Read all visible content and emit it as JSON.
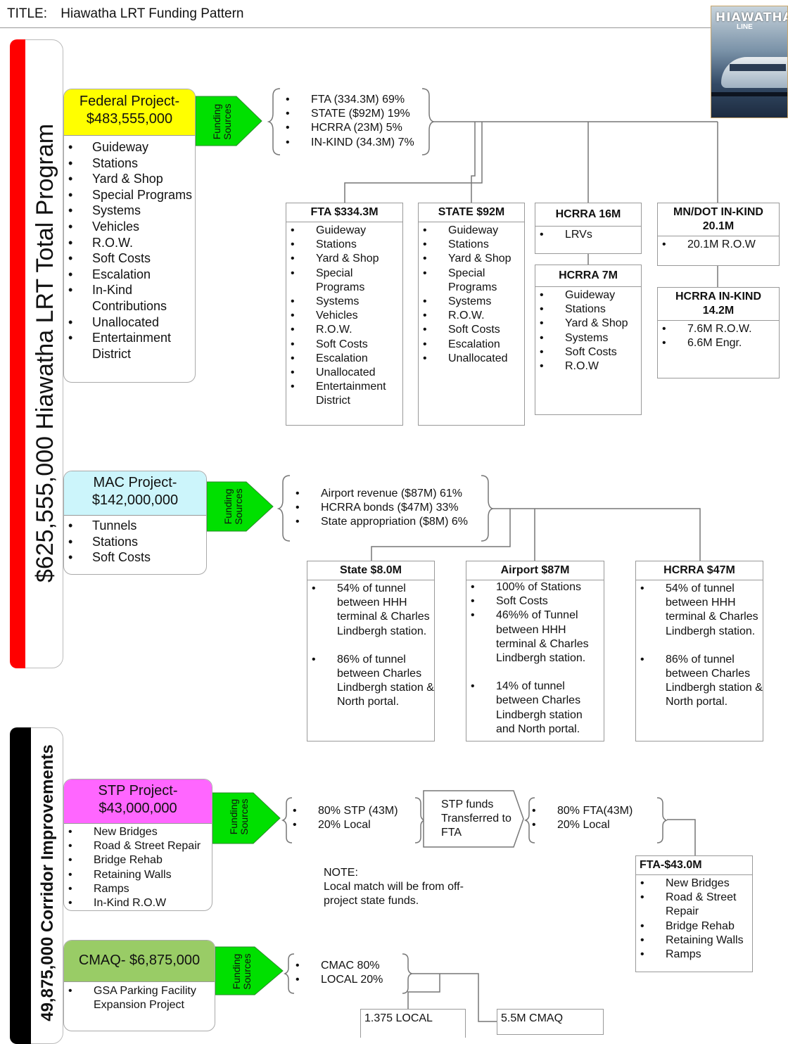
{
  "header": {
    "title_label": "TITLE:",
    "title": "Hiawatha LRT Funding Pattern"
  },
  "logo": {
    "text": "HIAWATHA",
    "sub": "LINE"
  },
  "program": {
    "total_label": "$625,555,000 Hiawatha LRT Total Program",
    "bar_color": "#ff0000"
  },
  "corridor": {
    "total_label": "49,875,000 Corridor Improvements",
    "bar_color": "#000000"
  },
  "funding_sources_label": "Funding Sources",
  "colors": {
    "federal": "#ffff00",
    "mac": "#ccf5fb",
    "stp": "#ff66ff",
    "cmaq": "#99cc66",
    "arrow": "#00e000"
  },
  "federal": {
    "title": "Federal Project-",
    "amount": "$483,555,000",
    "items": [
      "Guideway",
      "Stations",
      "Yard & Shop",
      "Special Programs",
      "Systems",
      "Vehicles",
      "R.O.W.",
      "Soft Costs",
      "Escalation",
      "In-Kind Contributions",
      "Unallocated",
      "Entertainment District"
    ],
    "sources": [
      "FTA (334.3M) 69%",
      "STATE ($92M) 19%",
      "HCRRA (23M) 5%",
      "IN-KIND (34.3M) 7%"
    ],
    "boxes": {
      "fta": {
        "title": "FTA $334.3M",
        "items": [
          "Guideway",
          "Stations",
          "Yard & Shop",
          "Special Programs",
          "Systems",
          "Vehicles",
          "R.O.W.",
          "Soft Costs",
          "Escalation",
          "Unallocated",
          "Entertainment District"
        ]
      },
      "state": {
        "title": "STATE $92M",
        "items": [
          "Guideway",
          "Stations",
          "Yard & Shop",
          "Special Programs",
          "Systems",
          "R.O.W.",
          "Soft Costs",
          "Escalation",
          "Unallocated"
        ]
      },
      "hcrra16": {
        "title": "HCRRA 16M",
        "items": [
          "LRVs"
        ]
      },
      "hcrra7": {
        "title": "HCRRA 7M",
        "items": [
          "Guideway",
          "Stations",
          "Yard & Shop",
          "Systems",
          "Soft Costs",
          "R.O.W"
        ]
      },
      "mndot": {
        "title1": "MN/DOT IN-KIND",
        "title2": "20.1M",
        "items": [
          "20.1M R.O.W"
        ]
      },
      "hcrra_inkind": {
        "title1": "HCRRA IN-KIND",
        "title2": "14.2M",
        "items": [
          "7.6M R.O.W.",
          "6.6M Engr."
        ]
      }
    }
  },
  "mac": {
    "title": "MAC Project-",
    "amount": "$142,000,000",
    "items": [
      "Tunnels",
      "Stations",
      "Soft Costs"
    ],
    "sources": [
      "Airport revenue ($87M) 61%",
      "HCRRA bonds ($47M) 33%",
      "State appropriation ($8M) 6%"
    ],
    "boxes": {
      "state": {
        "title": "State $8.0M",
        "items": [
          "54% of tunnel between HHH terminal & Charles Lindbergh station.",
          "86% of tunnel between Charles Lindbergh station & North portal."
        ]
      },
      "airport": {
        "title": "Airport $87M",
        "items": [
          "100% of Stations",
          "Soft Costs",
          "46%% of Tunnel between HHH terminal & Charles Lindbergh station.",
          "14% of tunnel between Charles Lindbergh station and North portal."
        ]
      },
      "hcrra": {
        "title": "HCRRA $47M",
        "items": [
          "54% of tunnel between HHH terminal & Charles Lindbergh station.",
          "86% of tunnel between Charles Lindbergh station & North portal."
        ]
      }
    }
  },
  "stp": {
    "title": "STP Project-",
    "amount": "$43,000,000",
    "items": [
      "New Bridges",
      "Road & Street Repair",
      "Bridge Rehab",
      "Retaining Walls",
      "Ramps",
      "In-Kind R.O.W"
    ],
    "sources": [
      "80% STP (43M)",
      "20% Local"
    ],
    "transfer": "STP funds Transferred to FTA",
    "fta_sources": [
      "80% FTA(43M)",
      "20% Local"
    ],
    "note_title": "NOTE:",
    "note_text": "Local match will be from off-project state funds.",
    "fta_box": {
      "title": "FTA-$43.0M",
      "items": [
        "New Bridges",
        "Road & Street Repair",
        "Bridge Rehab",
        "Retaining Walls",
        "Ramps"
      ]
    }
  },
  "cmaq": {
    "title": "CMAQ- $6,875,000",
    "items": [
      "GSA Parking Facility Expansion Project"
    ],
    "sources": [
      "CMAC 80%",
      "LOCAL 20%"
    ],
    "local": "1.375 LOCAL",
    "cmaq": "5.5M CMAQ"
  }
}
